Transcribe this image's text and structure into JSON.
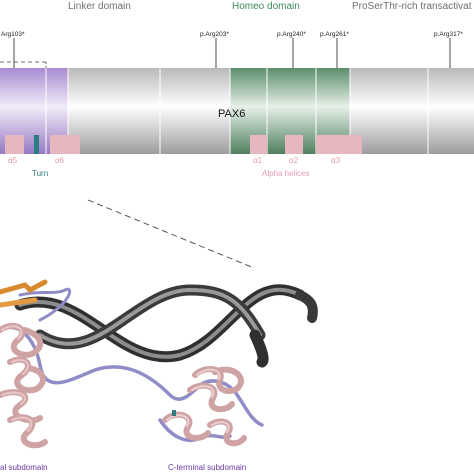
{
  "domains": {
    "linker": "Linker domain",
    "homeo": "Homeo domain",
    "pst": "ProSerThr-rich transactivat"
  },
  "protein_label": "PAX6",
  "mutations": [
    "Arg103*",
    "p.Arg203*",
    "p.Arg240*",
    "p.Arg261*",
    "p.Arg317*"
  ],
  "helices": [
    "α5",
    "α6",
    "α1",
    "α2",
    "α3"
  ],
  "turn_label": "Turn",
  "alpha_helices_label": "Alpha helices",
  "subdomains": {
    "n_terminal": "al subdomain",
    "c_terminal": "C-terminal subdomain"
  },
  "colors": {
    "paired": "#b79ad8",
    "homeo": "#6f9c7f",
    "helix": "#e7b7c0",
    "turn": "#2d7c80",
    "domain_text_homeo": "#3e8a5e",
    "alpha_text": "#e59cad",
    "subdomain_text": "#6a3aa8"
  }
}
